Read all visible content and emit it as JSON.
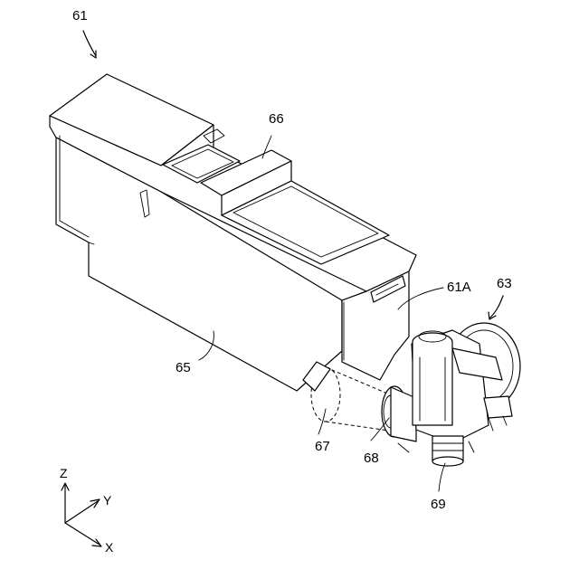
{
  "labels": {
    "tank_assembly": "61",
    "tank_outlet": "61A",
    "valve_unit": "63",
    "tank_body": "65",
    "handle": "66",
    "outlet_pipe": "67",
    "connector": "68",
    "valve_outlet": "69"
  },
  "axes": {
    "z": "Z",
    "y": "Y",
    "x": "X"
  }
}
